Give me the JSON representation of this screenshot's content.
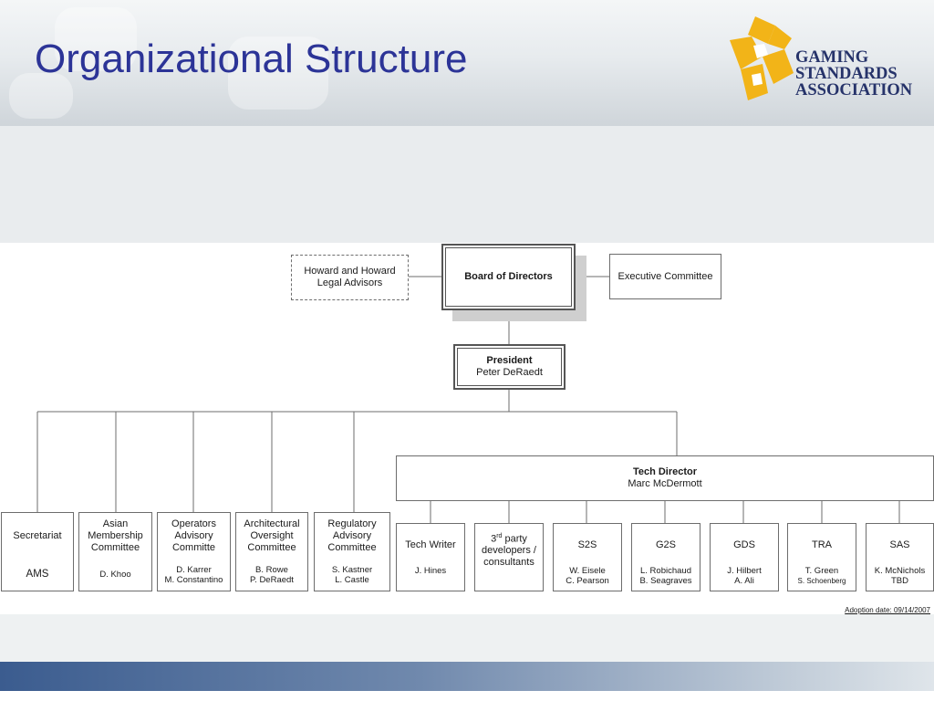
{
  "slide": {
    "title": "Organizational Structure"
  },
  "logo": {
    "lines": [
      "GAMING",
      "STANDARDS",
      "ASSOCIATION"
    ]
  },
  "board": {
    "legal": [
      "Howard and Howard",
      "Legal Advisors"
    ],
    "board_label": "Board of Directors",
    "exec_label": "Executive Committee"
  },
  "president": {
    "title": "President",
    "name": "Peter DeRaedt"
  },
  "tech_director": {
    "title": "Tech Director",
    "name": "Marc McDermott"
  },
  "left_units": [
    {
      "title": [
        "Secretariat"
      ],
      "people": [
        "AMS"
      ]
    },
    {
      "title": [
        "Asian",
        "Membership",
        "Committee"
      ],
      "people": [
        "D. Khoo"
      ]
    },
    {
      "title": [
        "Operators",
        "Advisory",
        "Committe"
      ],
      "people": [
        "D. Karrer",
        "M. Constantino"
      ]
    },
    {
      "title": [
        "Architectural",
        "Oversight",
        "Committee"
      ],
      "people": [
        "B. Rowe",
        "P. DeRaedt"
      ]
    },
    {
      "title": [
        "Regulatory",
        "Advisory",
        "Committee"
      ],
      "people": [
        "S. Kastner",
        "L. Castle"
      ]
    }
  ],
  "tech_units": [
    {
      "title": [
        "Tech Writer"
      ],
      "people": [
        "J. Hines"
      ]
    },
    {
      "title_prefix": "3",
      "title_sup": "rd",
      "title_suffix": " party",
      "title_rest": [
        "developers /",
        "consultants"
      ],
      "people": []
    },
    {
      "title": [
        "S2S"
      ],
      "people": [
        "W. Eisele",
        "C. Pearson"
      ]
    },
    {
      "title": [
        "G2S"
      ],
      "people": [
        "L. Robichaud",
        "B. Seagraves"
      ]
    },
    {
      "title": [
        "GDS"
      ],
      "people": [
        "J. Hilbert",
        "A. Ali"
      ]
    },
    {
      "title": [
        "TRA"
      ],
      "people": [
        "T. Green",
        "S. Schoenberg"
      ]
    },
    {
      "title": [
        "SAS"
      ],
      "people": [
        "K. McNichols",
        "TBD"
      ]
    }
  ],
  "footer": {
    "adoption": "Adoption date: 09/14/2007"
  },
  "colors": {
    "title": "#2c3497",
    "logo_gold": "#f2b418",
    "logo_text": "#26336a",
    "footer_bar": "#3b5c8f"
  }
}
